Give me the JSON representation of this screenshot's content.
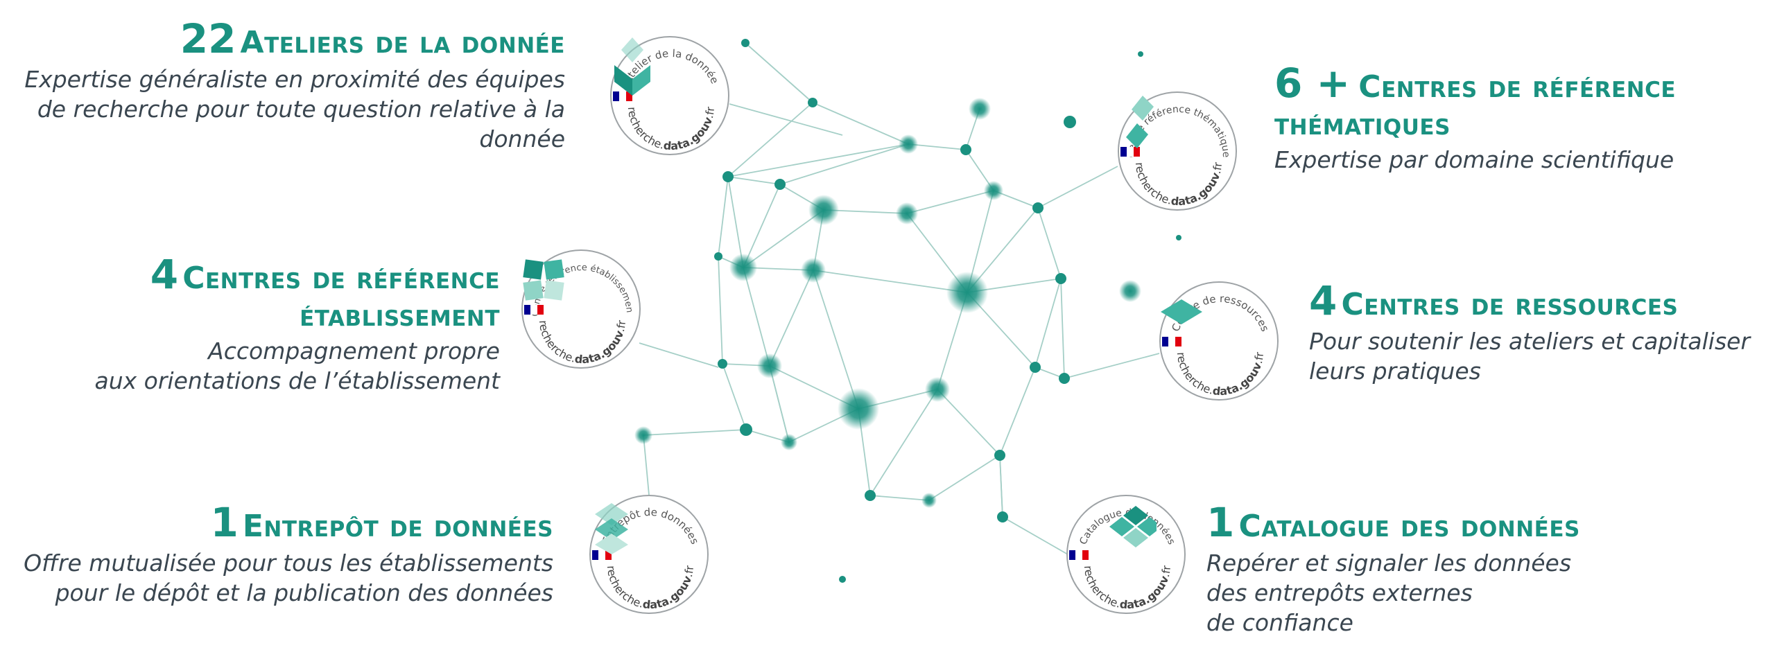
{
  "colors": {
    "teal": "#1a9180",
    "teal_light": "#8fd4c6",
    "text": "#3a4650",
    "line": "#a5cfc7",
    "flag_blue": "#000091",
    "flag_red": "#e1000f"
  },
  "badge_url": {
    "prefix": "recherche.",
    "bold": "data.gouv",
    "suffix": ".fr"
  },
  "blocks": [
    {
      "id": "ateliers",
      "number": "22",
      "title": "Ateliers de la donnée",
      "desc": [
        "Expertise généraliste en proximité des équipes",
        "de recherche pour toute question relative à la",
        "donnée"
      ],
      "badge_label": "Atelier de la donnée",
      "icon": "atelier-icon"
    },
    {
      "id": "crt",
      "number": "6 +",
      "title": "Centres de référence",
      "title2": "thématiques",
      "desc": [
        "Expertise par domaine scientifique"
      ],
      "badge_label": "Centre référence thématique",
      "icon": "thematic-icon"
    },
    {
      "id": "cre",
      "number": "4",
      "title": "Centres de référence",
      "title2": "établissement",
      "desc": [
        "Accompagnement propre",
        "aux orientations de l’établissement"
      ],
      "badge_label": "Centre référence établissement",
      "icon": "establishment-icon"
    },
    {
      "id": "ressources",
      "number": "4",
      "title": "Centres de ressources",
      "desc": [
        "Pour soutenir les ateliers et capitaliser",
        "leurs pratiques"
      ],
      "badge_label": "Centre de ressources",
      "icon": "resources-icon"
    },
    {
      "id": "entrepot",
      "number": "1",
      "title": "Entrepôt de données",
      "desc": [
        "Offre mutualisée pour tous les établissements",
        "pour le dépôt et la publication des données"
      ],
      "badge_label": "Entrepôt de données",
      "icon": "warehouse-icon"
    },
    {
      "id": "catalogue",
      "number": "1",
      "title": "Catalogue des données",
      "desc": [
        "Repérer et signaler les données",
        "des entrepôts externes",
        "de confiance"
      ],
      "badge_label": "Catalogue de données",
      "icon": "catalogue-icon"
    }
  ]
}
